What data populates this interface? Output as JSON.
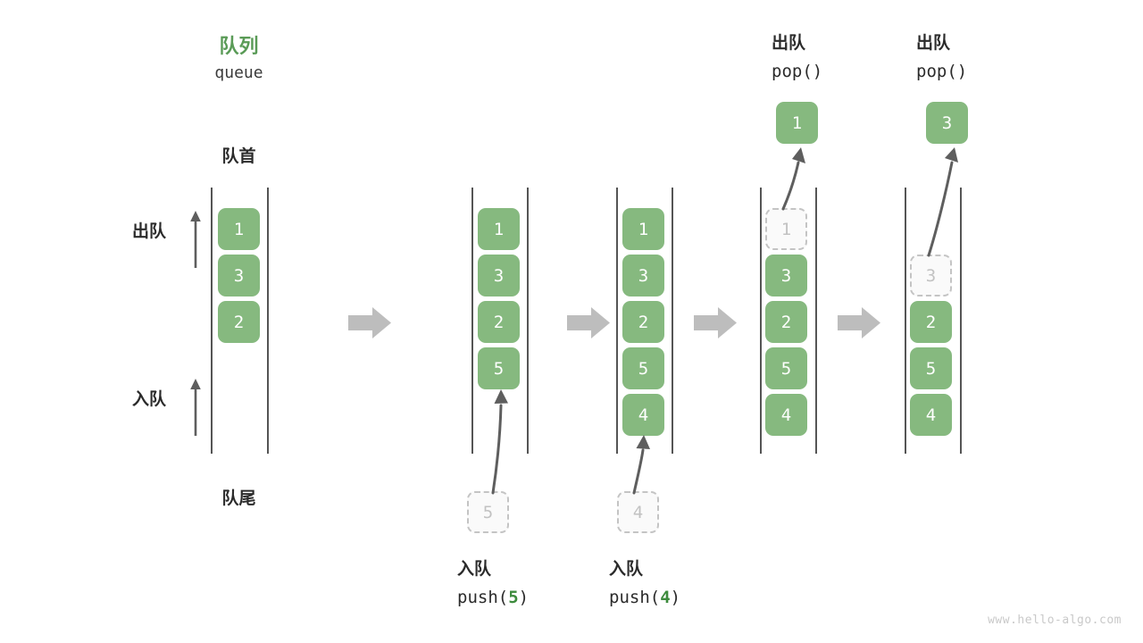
{
  "diagram": {
    "title_cn": "队列",
    "title_en": "queue",
    "head_label": "队首",
    "tail_label": "队尾",
    "legend": {
      "dequeue": "出队",
      "enqueue": "入队"
    },
    "watermark": "www.hello-algo.com",
    "colors": {
      "accent_green": "#5a9b57",
      "cell_green": "#86b97f",
      "ghost_border": "#c4c4c4",
      "ghost_text": "#c2c2c2",
      "rail": "#555555",
      "step_arrow": "#bdbdbd",
      "motion_arrow": "#5e5e5e",
      "text": "#2b2b2b"
    }
  },
  "columns": [
    {
      "id": "initial",
      "cells": [
        "1",
        "3",
        "2"
      ],
      "ghost_top": null,
      "ghost_bottom": null,
      "op_cn": null,
      "op_code": null,
      "popped": null
    },
    {
      "id": "push-5",
      "cells": [
        "1",
        "3",
        "2",
        "5"
      ],
      "ghost_bottom": "5",
      "op_cn": "入队",
      "op_code_prefix": "push(",
      "op_code_num": "5",
      "op_code_suffix": ")",
      "popped": null
    },
    {
      "id": "push-4",
      "cells": [
        "1",
        "3",
        "2",
        "5",
        "4"
      ],
      "ghost_bottom": "4",
      "op_cn": "入队",
      "op_code_prefix": "push(",
      "op_code_num": "4",
      "op_code_suffix": ")",
      "popped": null
    },
    {
      "id": "pop-1",
      "ghost_top": "1",
      "cells": [
        "3",
        "2",
        "5",
        "4"
      ],
      "op_cn": "出队",
      "op_code_prefix": "pop(",
      "op_code_num": "",
      "op_code_suffix": ")",
      "popped": "1"
    },
    {
      "id": "pop-3",
      "ghost_top": "3",
      "cells": [
        "2",
        "5",
        "4"
      ],
      "op_cn": "出队",
      "op_code_prefix": "pop(",
      "op_code_num": "",
      "op_code_suffix": ")",
      "popped": "3"
    }
  ]
}
